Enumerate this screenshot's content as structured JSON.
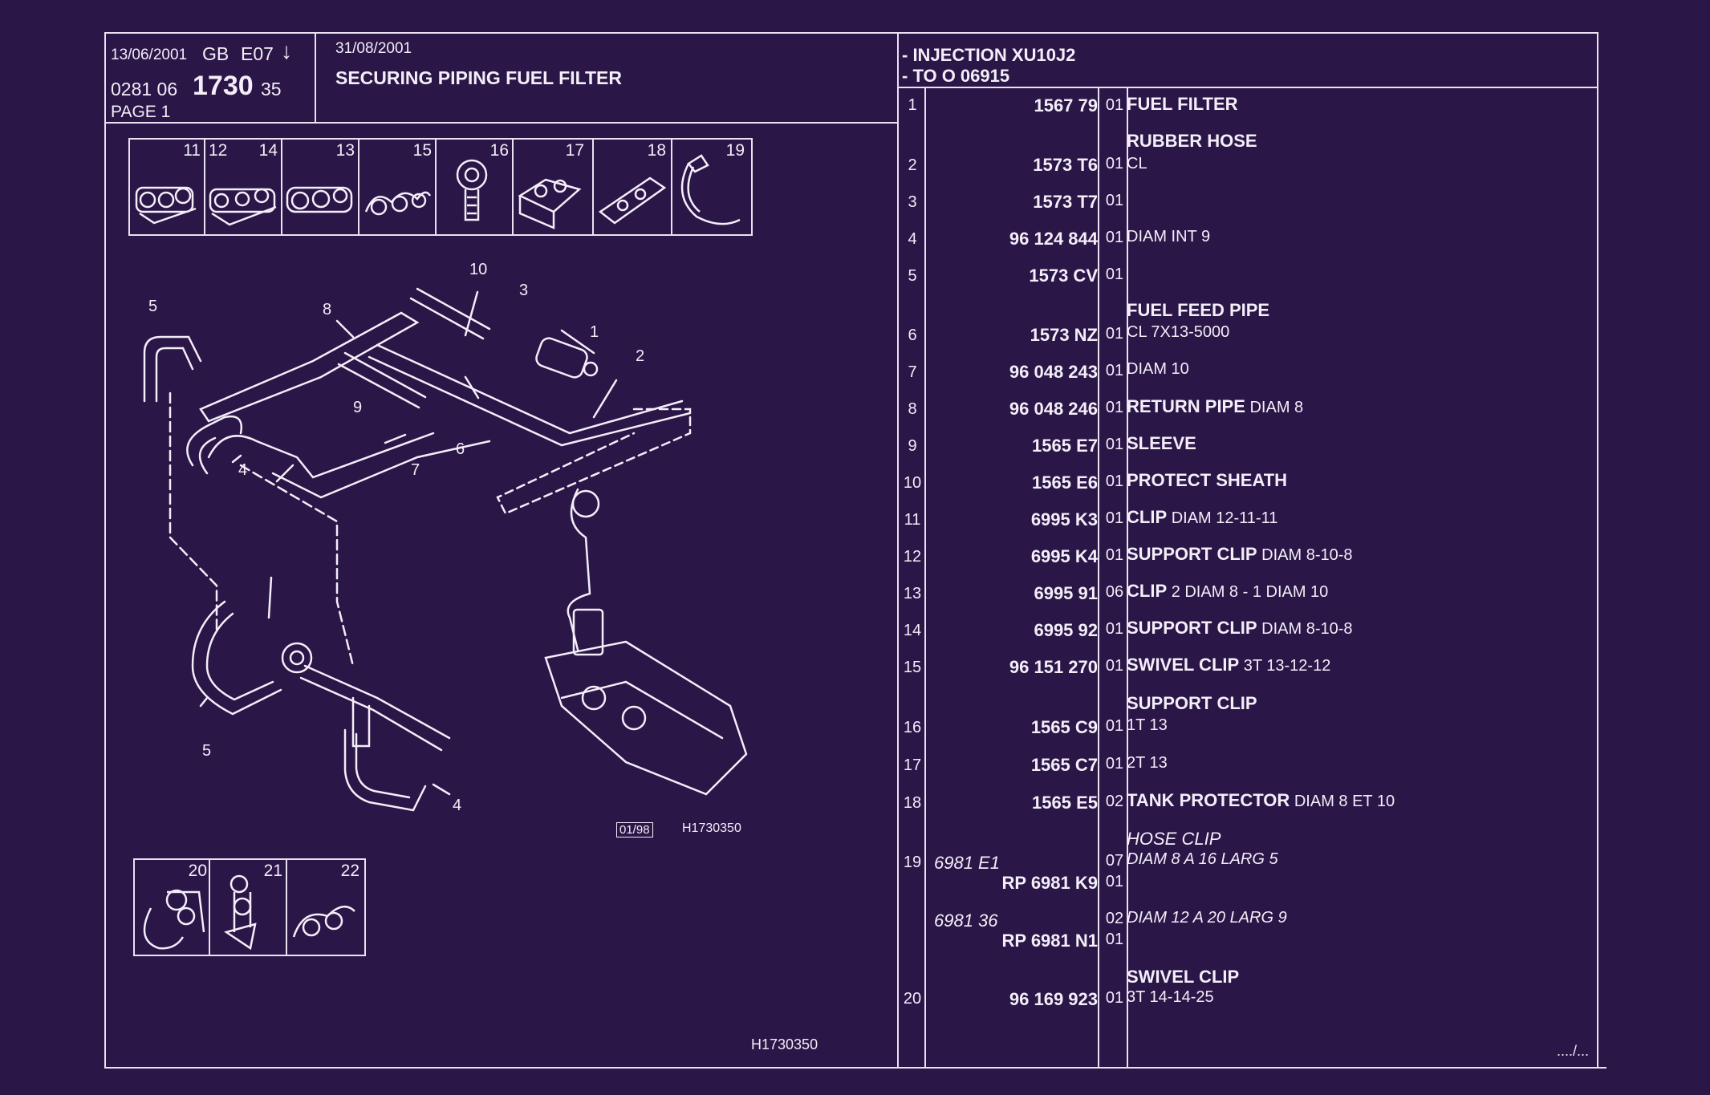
{
  "header": {
    "date1": "13/06/2001",
    "lang": "GB",
    "code": "E07",
    "arrow": "↓",
    "doc_prefix": "0281 06",
    "doc_main": "1730",
    "doc_suffix": "35",
    "page": "PAGE 1",
    "date2": "31/08/2001",
    "title": "SECURING PIPING FUEL FILTER",
    "right_line1": "- INJECTION XU10J2",
    "right_line2": "- TO O   06915"
  },
  "thumbs_top": [
    "11",
    "12",
    "14",
    "13",
    "15",
    "16",
    "17",
    "18",
    "19"
  ],
  "thumbs_bottom": [
    "20",
    "21",
    "22"
  ],
  "diagram": {
    "callouts": [
      "10",
      "3",
      "1",
      "2",
      "5",
      "8",
      "9",
      "6",
      "4",
      "7",
      "5",
      "4"
    ],
    "stamp": "01/98",
    "ref": "H1730350",
    "footer_ref": "H1730350"
  },
  "rows": [
    {
      "no": "1",
      "ref": "1567 79",
      "qty": "01",
      "name": "FUEL FILTER",
      "extra": ""
    },
    {
      "no": "",
      "ref": "",
      "qty": "",
      "name": "RUBBER HOSE",
      "extra": ""
    },
    {
      "no": "2",
      "ref": "1573 T6",
      "qty": "01",
      "name": "",
      "extra": "CL"
    },
    {
      "no": "3",
      "ref": "1573 T7",
      "qty": "01",
      "name": "",
      "extra": ""
    },
    {
      "no": "4",
      "ref": "96 124 844",
      "qty": "01",
      "name": "",
      "extra": "DIAM INT 9"
    },
    {
      "no": "5",
      "ref": "1573 CV",
      "qty": "01",
      "name": "",
      "extra": ""
    },
    {
      "no": "",
      "ref": "",
      "qty": "",
      "name": "FUEL FEED PIPE",
      "extra": ""
    },
    {
      "no": "6",
      "ref": "1573 NZ",
      "qty": "01",
      "name": "",
      "extra": "CL 7X13-5000"
    },
    {
      "no": "7",
      "ref": "96 048 243",
      "qty": "01",
      "name": "",
      "extra": "DIAM 10"
    },
    {
      "no": "8",
      "ref": "96 048 246",
      "qty": "01",
      "name": "RETURN PIPE",
      "extra": "DIAM 8"
    },
    {
      "no": "9",
      "ref": "1565 E7",
      "qty": "01",
      "name": "SLEEVE",
      "extra": ""
    },
    {
      "no": "10",
      "ref": "1565 E6",
      "qty": "01",
      "name": "PROTECT SHEATH",
      "extra": ""
    },
    {
      "no": "11",
      "ref": "6995 K3",
      "qty": "01",
      "name": "CLIP",
      "extra": "DIAM 12-11-11"
    },
    {
      "no": "12",
      "ref": "6995 K4",
      "qty": "01",
      "name": "SUPPORT CLIP",
      "extra": "DIAM 8-10-8"
    },
    {
      "no": "13",
      "ref": "6995 91",
      "qty": "06",
      "name": "CLIP",
      "extra": "2 DIAM 8 - 1 DIAM 10"
    },
    {
      "no": "14",
      "ref": "6995 92",
      "qty": "01",
      "name": "SUPPORT CLIP",
      "extra": "DIAM 8-10-8"
    },
    {
      "no": "15",
      "ref": "96 151 270",
      "qty": "01",
      "name": "SWIVEL CLIP",
      "extra": "3T 13-12-12"
    },
    {
      "no": "",
      "ref": "",
      "qty": "",
      "name": "SUPPORT CLIP",
      "extra": ""
    },
    {
      "no": "16",
      "ref": "1565 C9",
      "qty": "01",
      "name": "",
      "extra": "1T 13"
    },
    {
      "no": "17",
      "ref": "1565 C7",
      "qty": "01",
      "name": "",
      "extra": "2T 13"
    },
    {
      "no": "18",
      "ref": "1565 E5",
      "qty": "02",
      "name": "TANK PROTECTOR",
      "extra": "DIAM 8 ET 10"
    },
    {
      "no": "",
      "ref": "",
      "qty": "",
      "name": "HOSE CLIP",
      "extra": ""
    },
    {
      "no": "19",
      "ref": "6981 E1",
      "qty": "07",
      "name": "",
      "extra": "DIAM 8 A 16 LARG 5"
    },
    {
      "no": "",
      "ref": "RP  6981 K9",
      "qty": "01",
      "name": "",
      "extra": ""
    },
    {
      "no": "",
      "ref": "6981 36",
      "qty": "02",
      "name": "",
      "extra": "DIAM 12 A 20 LARG 9"
    },
    {
      "no": "",
      "ref": "RP  6981 N1",
      "qty": "01",
      "name": "",
      "extra": ""
    },
    {
      "no": "",
      "ref": "",
      "qty": "",
      "name": "SWIVEL CLIP",
      "extra": ""
    },
    {
      "no": "20",
      "ref": "96 169 923",
      "qty": "01",
      "name": "",
      "extra": "3T 14-14-25"
    }
  ],
  "continue_mark": "..../..."
}
